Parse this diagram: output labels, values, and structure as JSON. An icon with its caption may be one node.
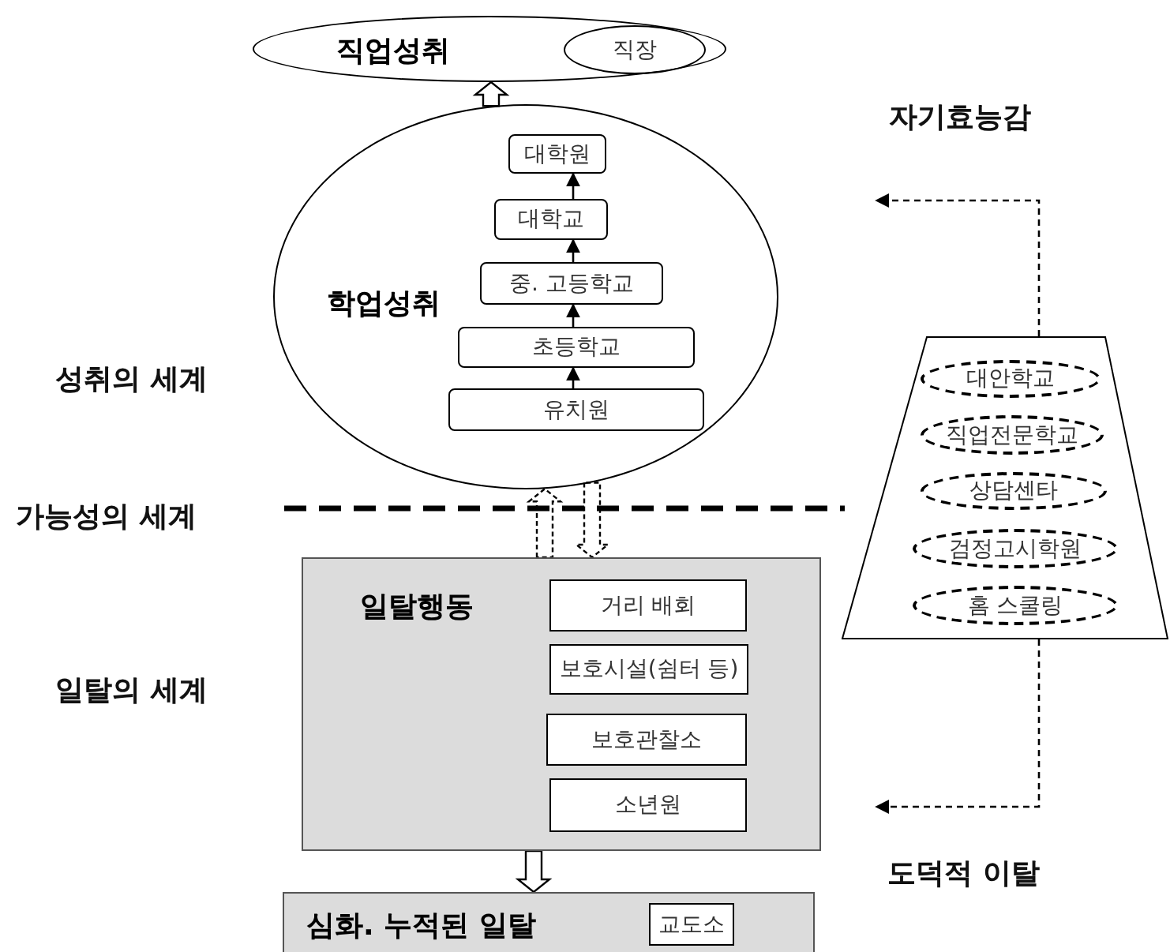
{
  "diagram": {
    "nodes": [
      {
        "text": [
          "직업성취"
        ]
      },
      {
        "text": [
          "직장"
        ],
        "in": 0
      },
      {
        "text": [
          "학업성취"
        ]
      },
      {
        "text": [
          "대학원"
        ],
        "in": 2
      },
      {
        "text": [
          "대학교"
        ],
        "in": 2
      },
      {
        "text": [
          "중. 고등학교"
        ],
        "in": 2
      },
      {
        "text": [
          "초등학교"
        ],
        "in": 2
      },
      {
        "text": [
          "유치원"
        ],
        "in": 2
      },
      {
        "text": [
          "일탈행동"
        ]
      },
      {
        "text": [
          "거리 배회"
        ],
        "in": 8
      },
      {
        "text": [
          "보호시설(쉼터 등)"
        ],
        "in": 8
      },
      {
        "text": [
          "보호관찰소"
        ],
        "in": 8
      },
      {
        "text": [
          "소년원"
        ],
        "in": 8
      },
      {
        "text": [
          "심화. 누적된 일탈"
        ]
      },
      {
        "text": [
          "교도소"
        ],
        "in": 13
      },
      {
        "text": [],
        "shape": "trapezoid"
      },
      {
        "text": [
          "대안학교"
        ],
        "in": 15
      },
      {
        "text": [
          "직업전문학교"
        ],
        "in": 15
      },
      {
        "text": [
          "상담센타"
        ],
        "in": 15
      },
      {
        "text": [
          "검정고시학원"
        ],
        "in": 15
      },
      {
        "text": [
          "홈 스쿨링"
        ],
        "in": 15
      }
    ],
    "edges": [
      {
        "from": 7,
        "to": 6,
        "arrow": "to"
      },
      {
        "from": 6,
        "to": 5,
        "arrow": "to"
      },
      {
        "from": 5,
        "to": 4,
        "arrow": "to"
      },
      {
        "from": 4,
        "to": 3,
        "arrow": "to"
      },
      {
        "from": 2,
        "to": 0,
        "arrow": "to"
      },
      {
        "from": 8,
        "to": 2,
        "arrow": "to",
        "style": "dashed"
      },
      {
        "from": 2,
        "to": 8,
        "arrow": "to",
        "style": "dashed"
      },
      {
        "from": 8,
        "to": 13,
        "arrow": "to"
      },
      {
        "from": 15,
        "to": null,
        "arrow": "to",
        "style": "dashed"
      },
      {
        "from": 15,
        "to": null,
        "arrow": "to",
        "style": "dashed"
      }
    ],
    "labels": [
      "자기효능감",
      "성취의 세계",
      "가능성의 세계",
      "일탈의 세계",
      "도덕적 이탈"
    ]
  }
}
